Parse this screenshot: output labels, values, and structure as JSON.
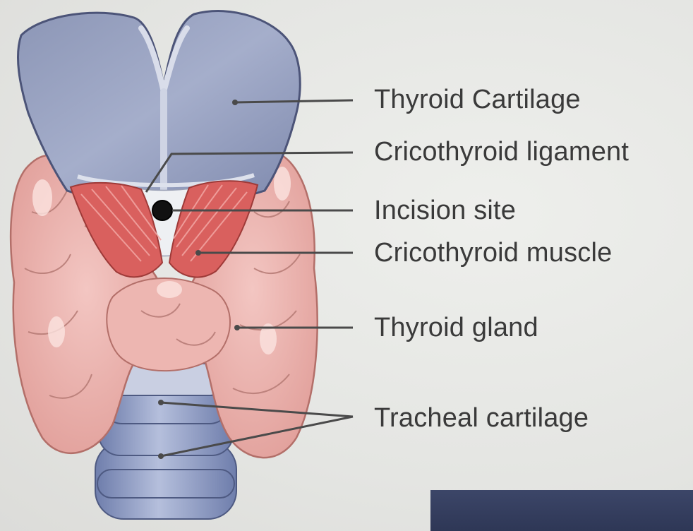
{
  "diagram": {
    "labels": [
      {
        "id": "thyroid-cartilage",
        "text": "Thyroid Cartilage"
      },
      {
        "id": "cricothyroid-ligament",
        "text": "Cricothyroid ligament"
      },
      {
        "id": "incision-site",
        "text": "Incision site"
      },
      {
        "id": "cricothyroid-muscle",
        "text": "Cricothyroid muscle"
      },
      {
        "id": "thyroid-gland",
        "text": "Thyroid gland"
      },
      {
        "id": "tracheal-cartilage",
        "text": "Tracheal cartilage"
      }
    ]
  },
  "colors": {
    "cartilage": "#9aa3bf",
    "cartilage_light": "#c9cfdf",
    "gland": "#e9b1ad",
    "gland_dark": "#c9837d",
    "muscle": "#d85a5a",
    "trachea": "#8e9bc3",
    "leader_line": "#4a4a4a",
    "label_text": "#3a3a3a",
    "corner_panel": "#343e60"
  }
}
